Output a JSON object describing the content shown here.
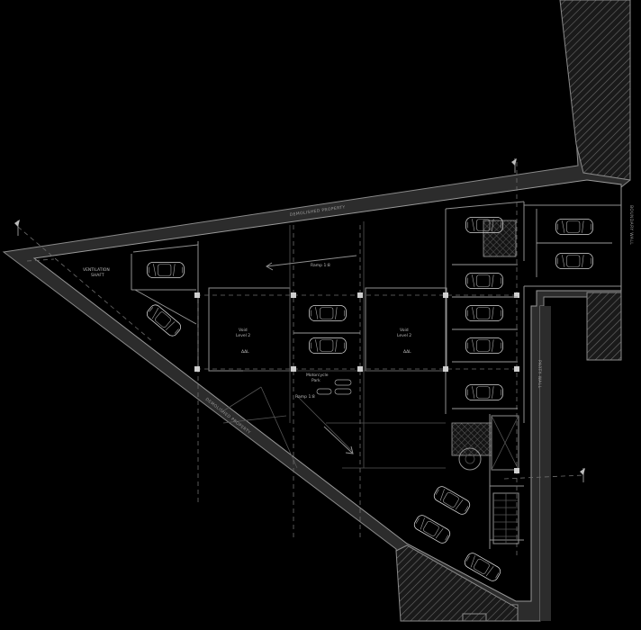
{
  "labels": {
    "ventilation": [
      "VENTILATION",
      "SHAFT"
    ],
    "ramp_top": "Ramp 1:8",
    "ramp_bottom": "Ramp 1:8",
    "void_left": [
      "Void",
      "Level 2"
    ],
    "void_left_tag": "ΔΔL",
    "void_right": [
      "Void",
      "Level 2"
    ],
    "void_right_tag": "ΔΔL",
    "motorcycle": [
      "Motorcycle",
      "Park"
    ],
    "wall_top": "DEMOLISHED PROPERTY",
    "wall_left": "DEMOLISHED PROPERTY",
    "wall_right_top": "BOUNDARY WALL",
    "wall_right_mid": "PARTY WALL"
  },
  "icons": [
    "car-top-view-icon",
    "motorcycle-icon",
    "staircase-icon",
    "section-marker-icon",
    "turning-circle-icon"
  ],
  "colors": {
    "background": "#000000",
    "wall_fill": "#2c2c2c",
    "lines": "#8f8f8f",
    "cars": "#d8d8d8"
  }
}
